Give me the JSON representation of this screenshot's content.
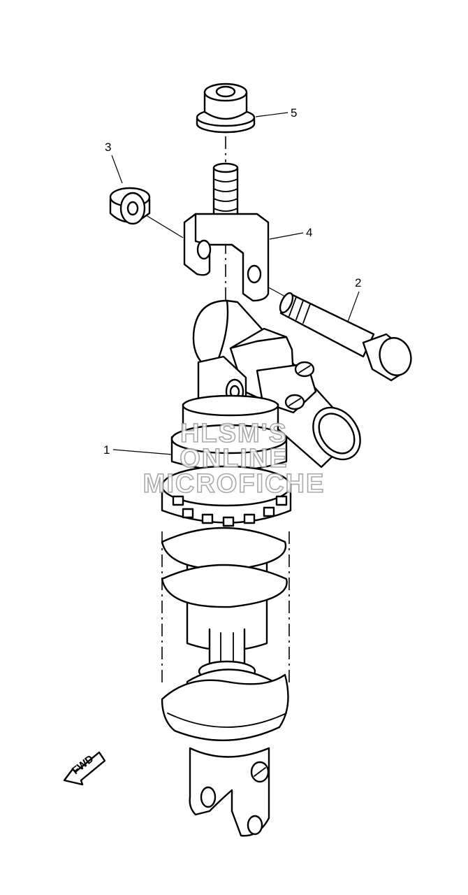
{
  "diagram": {
    "callouts": [
      {
        "number": "1",
        "part": "rear-shock-absorber"
      },
      {
        "number": "2",
        "part": "bolt"
      },
      {
        "number": "3",
        "part": "nut"
      },
      {
        "number": "4",
        "part": "bracket"
      },
      {
        "number": "5",
        "part": "nut"
      }
    ],
    "direction_arrow": "FWD",
    "watermark": [
      "HLSM'S",
      "ONLINE",
      "MICROFICHE"
    ]
  }
}
